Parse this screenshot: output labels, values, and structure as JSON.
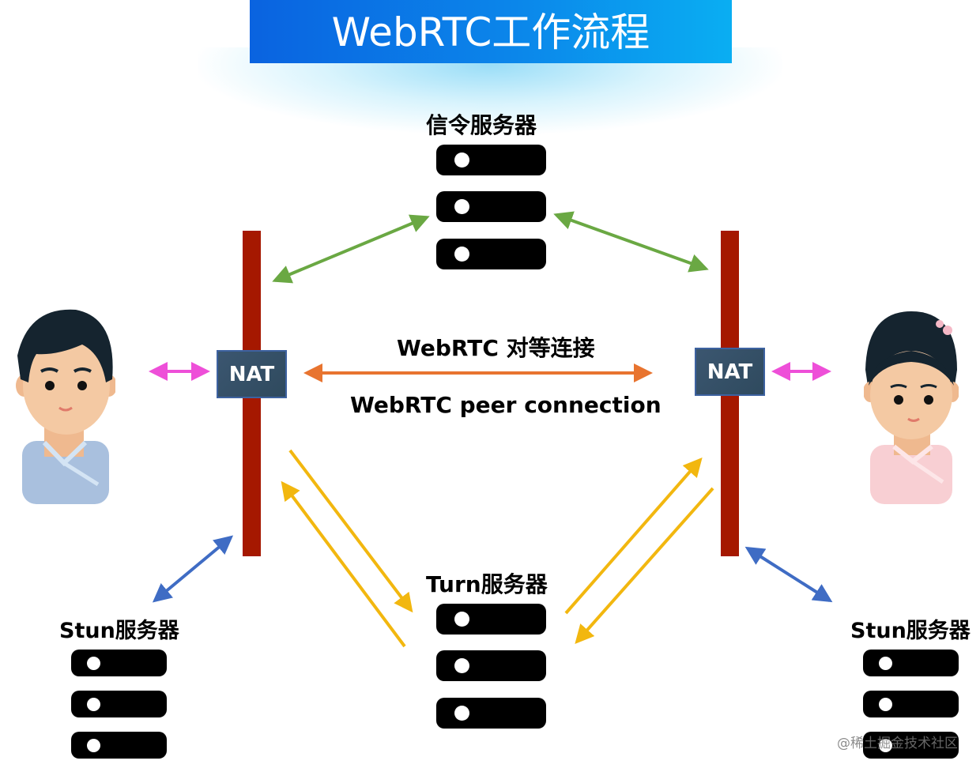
{
  "title": "WebRTC工作流程",
  "signaling_server": {
    "label": "信令服务器"
  },
  "turn_server": {
    "label": "Turn服务器"
  },
  "stun_left": {
    "label": "Stun服务器"
  },
  "stun_right": {
    "label": "Stun服务器"
  },
  "nat_left": {
    "label": "NAT"
  },
  "nat_right": {
    "label": "NAT"
  },
  "peer_connection": {
    "label_cn": "WebRTC 对等连接",
    "label_en": "WebRTC peer connection"
  },
  "watermark": "@稀土掘金技术社区",
  "colors": {
    "banner": "#0a7ae6",
    "firewall": "#a51800",
    "nat": "#34506a",
    "signaling_arrow": "#6aa843",
    "peer_arrow": "#e8742f",
    "user_arrow": "#ee4fd8",
    "turn_arrow": "#f2b70f",
    "stun_arrow": "#3f6cc4"
  },
  "users": [
    {
      "role": "user-left",
      "icon": "male-user-icon"
    },
    {
      "role": "user-right",
      "icon": "female-user-icon"
    }
  ]
}
